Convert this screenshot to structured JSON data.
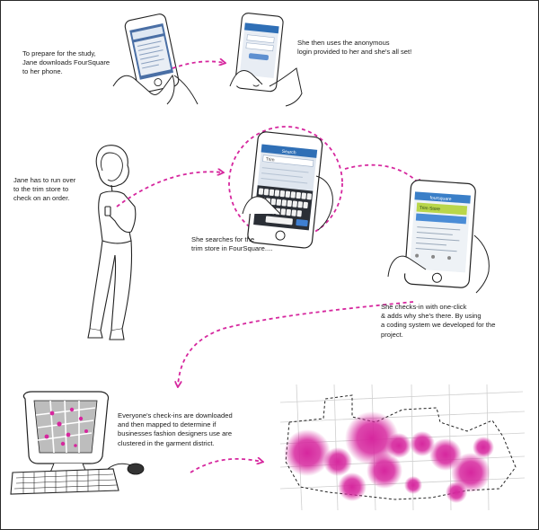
{
  "captions": {
    "download": "To prepare for the study,\nJane downloads FourSquare\nto her phone.",
    "login": "She then uses the anonymous\nlogin provided to her and she's all set!",
    "trim_store": "Jane has to run over\nto the trim store to\ncheck on an order.",
    "search": "She searches for the\ntrim store in FourSquare....",
    "checkin": "She checks-in with one-click\n& adds why she's there. By using\na coding system we developed for the\nproject.",
    "mapped": "Everyone's check-ins are downloaded\nand then mapped to determine if\nbusinesses fashion designers use are\nclustered in the garment district."
  },
  "phone_screens": {
    "search_header": "Search",
    "search_query": "Trim",
    "checkin_header": "foursquare",
    "checkin_venue": "Trim Store"
  },
  "colors": {
    "accent": "#d6279e",
    "line": "#222222",
    "screen_blue": "#2f6fb6",
    "screen_green": "#b9d64a",
    "map_block": "#cfcfcf"
  },
  "icons": {
    "arrow": "dashed-magenta-arrow",
    "phone": "smartphone-in-hand",
    "person": "woman-standing-with-phone",
    "computer": "crt-monitor-with-keyboard",
    "mouse": "computer-mouse"
  }
}
